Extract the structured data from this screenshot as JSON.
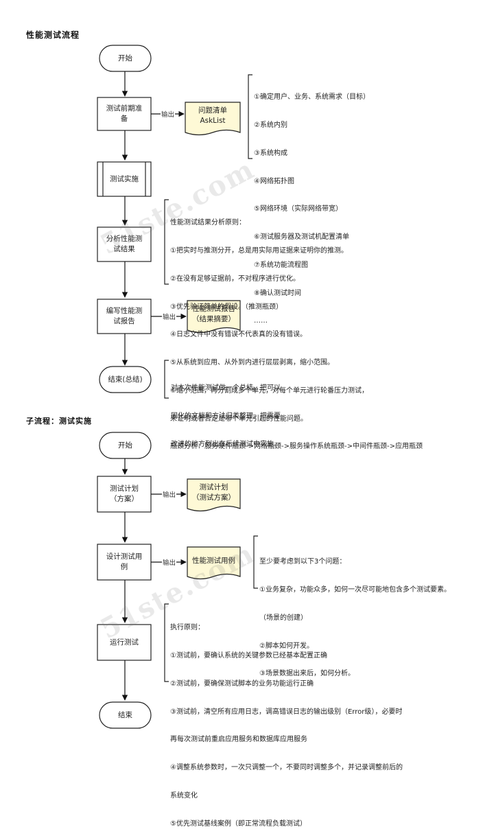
{
  "main": {
    "title": "性能测试流程",
    "start": "开始",
    "prep": "测试前期准\n备",
    "prep_output_label": "输出",
    "prep_doc": "问题清单\nAskList",
    "prep_notes": [
      "①确定用户、业务、系统需求（目标）",
      "②系统内别",
      "③系统构成",
      "④网络拓扑图",
      "⑤网络环境（实际网络带宽）",
      "⑥测试服务器及测试机配置清单",
      "⑦系统功能流程图",
      "⑧确认测试时间",
      "……"
    ],
    "impl": "测试实施",
    "analyze": "分析性能测\n试结果",
    "analysis_notes": [
      "性能测试结果分析原则：",
      "①把实时与推测分开，总是用实际用证据来证明你的推测。",
      "②在没有足够证据前，不对程序进行优化。",
      "③优先验证简单的假设。（推测瓶颈）",
      "④日志文件中没有错误不代表真的没有错误。",
      "⑤从系统到应用、从外到内进行层层剥离，缩小范围。",
      "⑥缩小范围，再分割成多个单元，对每个单元进行轮番压力测试，",
      "来证明或者否定是哪个单元引起的性能问题。",
      "瓶颈分析：服务硬件瓶颈->网络瓶颈->服务操作系统瓶颈->中间件瓶颈->应用瓶颈"
    ],
    "report": "编写性能测\n试报告",
    "report_output_label": "输出",
    "report_doc": "性能测试报告\n（结果摘要）",
    "end": "结束(总结)",
    "end_notes": [
      "对本次性能测试做一个总结。把可以",
      "固化的文档和方法归类整理，把需要",
      "改进的地方列出在后续测试中实施。"
    ]
  },
  "sub": {
    "title": "子流程：测试实施",
    "start": "开始",
    "plan": "测试计划\n（方案）",
    "plan_output_label": "输出",
    "plan_doc": "测试计划\n（测试方案）",
    "design": "设计测试用\n例",
    "design_output_label": "输出",
    "design_doc": "性能测试用例",
    "design_notes": [
      "至少要考虑到以下3个问题：",
      "①业务复杂，功能众多，如何一次尽可能地包含多个测试要素。",
      "（场景的创建）",
      "②脚本如何开发。",
      "③场景数据出来后，如何分析。"
    ],
    "run": "运行测试",
    "run_notes": [
      "执行原则：",
      "①测试前，要确认系统的关键参数已经基本配置正确",
      "②测试前，要确保测试脚本的业务功能运行正确",
      "③测试前，清空所有应用日志，调高错误日志的输出级别（Error级），必要时",
      "再每次测试前重启应用服务和数据库应用服务",
      "④调整系统参数时，一次只调整一个，不要同时调整多个，并记录调整前后的",
      "系统变化",
      "⑤优先测试基线案例（即正常流程负载测试）"
    ],
    "end": "结束"
  },
  "watermark": "51ste.com"
}
